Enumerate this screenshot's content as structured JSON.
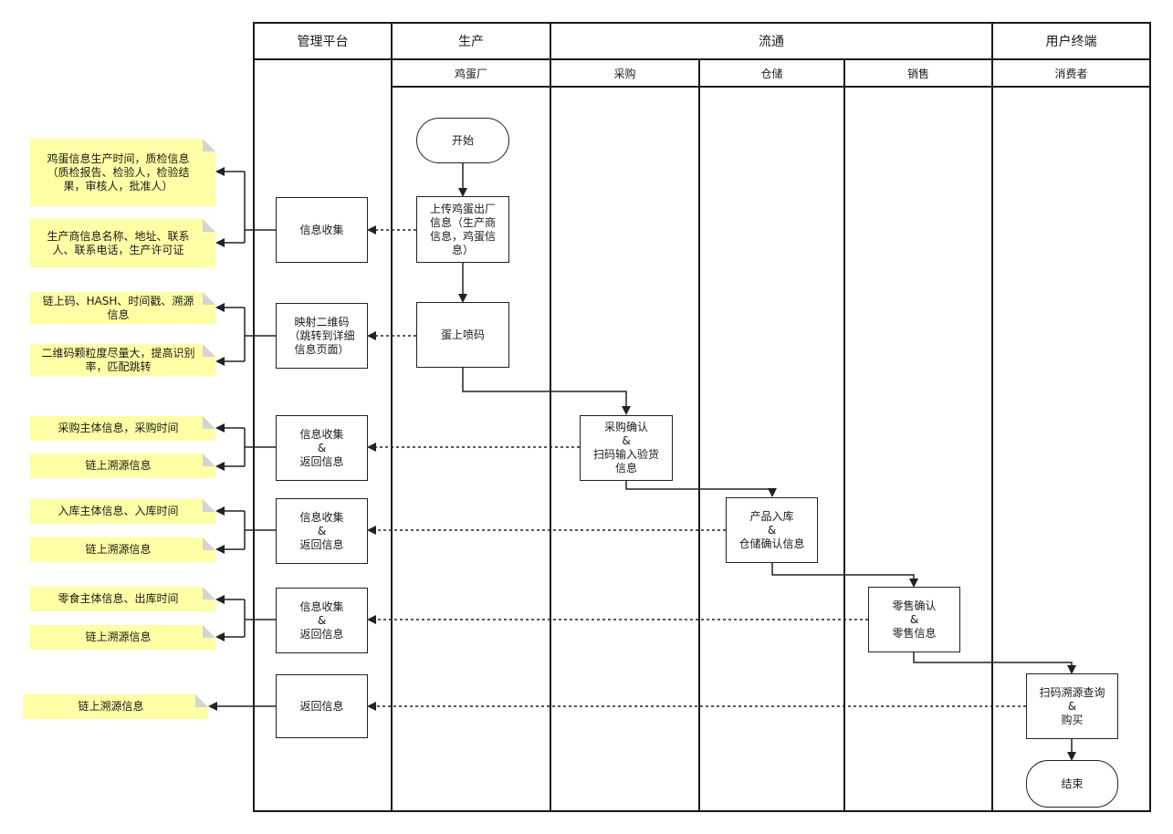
{
  "lanes": {
    "platform": "管理平台",
    "production": "生产",
    "circulation": "流通",
    "user_terminal": "用户终端"
  },
  "sublanes": {
    "egg_factory": "鸡蛋厂",
    "purchase": "采购",
    "warehouse": "仓储",
    "sales": "销售",
    "consumer": "消费者"
  },
  "process": {
    "start": "开始",
    "upload": "上传鸡蛋出厂\n信息（生产商\n信息，鸡蛋信\n息）",
    "spray": "蛋上喷码",
    "purchase_confirm": "采购确认\n&\n扫码输入验货\n信息",
    "stock_in": "产品入库\n&\n仓储确认信息",
    "retail": "零售确认\n&\n零售信息",
    "scan": "扫码溯源查询\n&\n购买",
    "end": "结束"
  },
  "platform_boxes": {
    "collect": "信息收集",
    "qr": "映射二维码\n（跳转到详细\n信息页面）",
    "collect_return_1": "信息收集\n&\n返回信息",
    "collect_return_2": "信息收集\n&\n返回信息",
    "collect_return_3": "信息收集\n&\n返回信息",
    "return": "返回信息"
  },
  "notes": {
    "n1": "鸡蛋信息生产时间，质检信息\n（质检报告、检验人，检验结\n果，审核人，批准人）",
    "n2": "生产商信息名称、地址、联系\n人、联系电话，生产许可证",
    "n3": "链上码、HASH、时间戳、溯源\n信息",
    "n4": "二维码颗粒度尽量大，提高识别\n率，匹配跳转",
    "n5": "采购主体信息，采购时间",
    "n6": "链上溯源信息",
    "n7": "入库主体信息、入库时间",
    "n8": "链上溯源信息",
    "n9": "零食主体信息、出库时间",
    "n10": "链上溯源信息",
    "n11": "链上溯源信息"
  }
}
